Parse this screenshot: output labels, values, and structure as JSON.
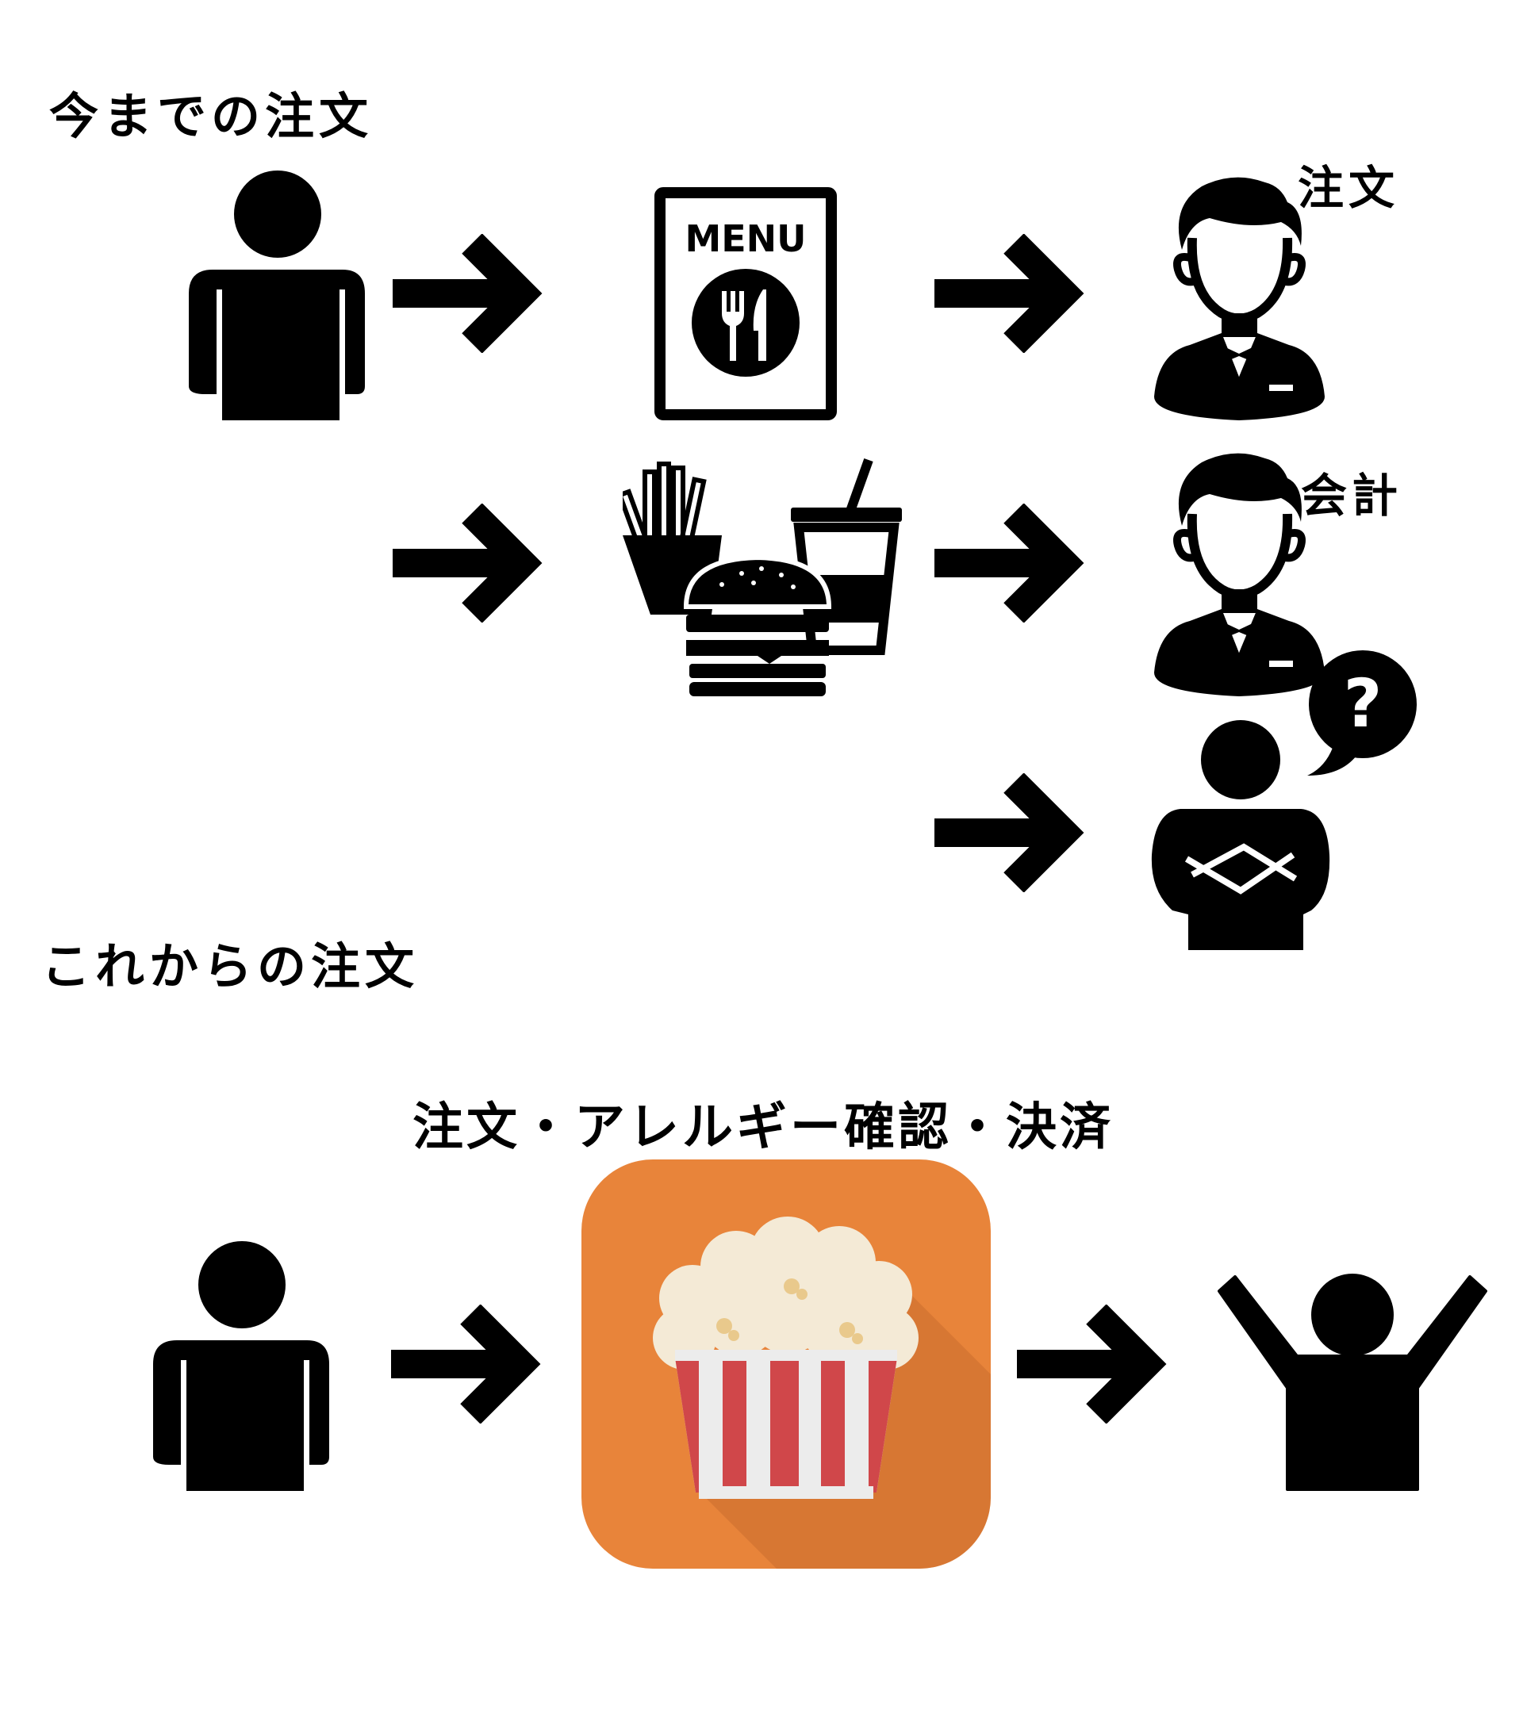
{
  "headings": {
    "old_flow": "今までの注文",
    "new_flow": "これからの注文"
  },
  "labels": {
    "order": "注文",
    "payment": "会計",
    "app_features": "注文・アレルギー確認・決済"
  },
  "menu_card": {
    "title": "MENU"
  },
  "question_mark": "?",
  "colors": {
    "icon": "#000000",
    "app_background": "#E8843A",
    "app_shadow": "#C96E2E",
    "popcorn": "#F4EAD6",
    "popcorn_spot": "#E9C98C",
    "stripe_red": "#D0474A",
    "stripe_white": "#ECECEC"
  },
  "icons": [
    "person-icon",
    "arrow-icon",
    "menu-card-icon",
    "waiter-icon",
    "fast-food-icon",
    "confused-customer-icon",
    "question-bubble-icon",
    "popcorn-app-icon",
    "happy-person-icon"
  ]
}
